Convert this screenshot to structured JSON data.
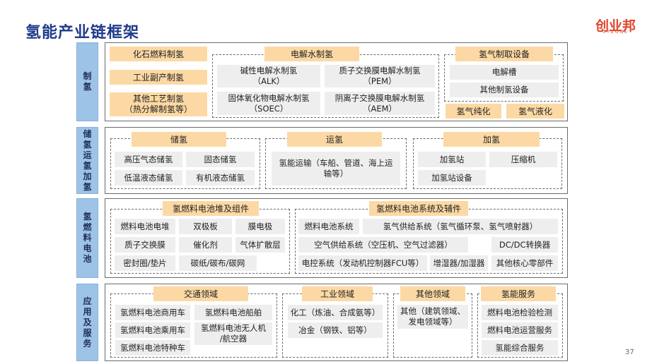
{
  "title": "氢能产业链框架",
  "logo": {
    "text": "创业邦",
    "sub": "CYZONE"
  },
  "page_number": "37",
  "rows": {
    "production": {
      "label": "制氢",
      "col1": [
        "化石燃料制氢",
        "工业副产制氢",
        "其他工艺制氢\n（热分解制氢等）"
      ],
      "electrolysis": {
        "header": "电解水制氢",
        "items": [
          "碱性电解水制氢\n（ALK）",
          "质子交换膜电解水制氢\n（PEM）",
          "固体氧化物电解水制氢\n（SOEC）",
          "阴离子交换膜电解水制氢\n（AEM）"
        ]
      },
      "equipment": {
        "header": "氢气制取设备",
        "items": [
          "电解槽",
          "其他制氢设备"
        ]
      },
      "purify": "氢气纯化",
      "liquefy": "氢气液化"
    },
    "storage": {
      "label": "储氢运氢加氢",
      "store": {
        "header": "储氢",
        "items": [
          "高压气态储氢",
          "固态储氢",
          "低温液态储氢",
          "有机液态储氢"
        ]
      },
      "transport": {
        "header": "运氢",
        "items": [
          "氢能运输（车船、管道、海上运输等）"
        ]
      },
      "refuel": {
        "header": "加氢",
        "items": [
          "加氢站",
          "压缩机",
          "加氢站设备"
        ]
      }
    },
    "fuelcell": {
      "label": "氢燃料电池",
      "stack": {
        "header": "氢燃料电池堆及组件",
        "items": [
          "燃料电池电堆",
          "双极板",
          "膜电极",
          "质子交换膜",
          "催化剂",
          "气体扩散层",
          "密封圈/垫片",
          "碳纸/碳布/碳网"
        ]
      },
      "system": {
        "header": "氢燃料电池系统及辅件",
        "items": [
          "燃料电池系统",
          "氢气供给系统（氢气循环泵、氢气喷射器）",
          "空气供给系统（空压机、空气过滤器）",
          "DC/DC转换器",
          "电控系统（发动机控制器FCU等）",
          "增湿器/加湿器",
          "其他核心零部件"
        ]
      }
    },
    "application": {
      "label": "应用及服务",
      "traffic": {
        "header": "交通领域",
        "items": [
          "氢燃料电池商用车",
          "氢燃料电池船舶",
          "氢燃料电池乘用车",
          "氢燃料电池无人机\n/航空器",
          "氢燃料电池特种车"
        ]
      },
      "industry": {
        "header": "工业领域",
        "items": [
          "化工（炼油、合成氨等）",
          "冶金（钢铁、铝等）"
        ]
      },
      "other": {
        "header": "其他领域",
        "items": [
          "其他（建筑领域、\n发电领域等）"
        ]
      },
      "service": {
        "header": "氢能服务",
        "items": [
          "燃料电池检验检测",
          "燃料电池运营服务",
          "氢能综合服务"
        ]
      }
    }
  }
}
